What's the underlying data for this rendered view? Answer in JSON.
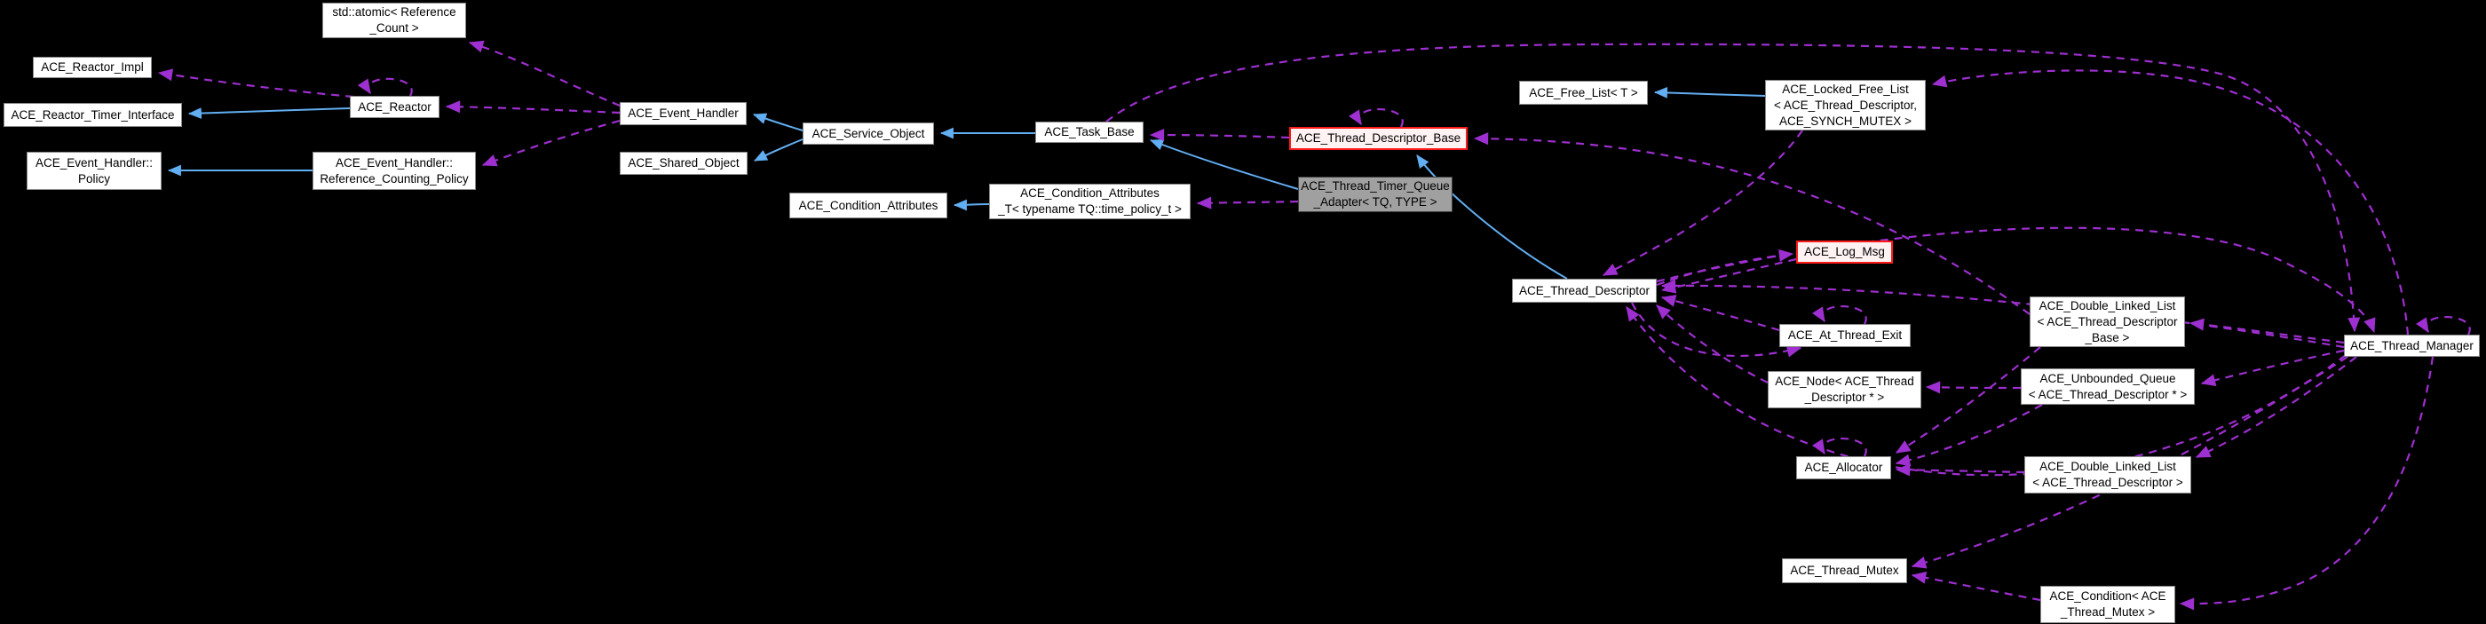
{
  "diagram": {
    "title": "ACE_Thread_Timer_Queue_Adapter collaboration graph",
    "background": "#000000",
    "colors": {
      "inheritance_edge": "#62aef2",
      "usage_edge": "#9e2fd0",
      "node_fill": "#ffffff",
      "node_border": "#8a8a8a",
      "highlight_node_fill": "#a0a0a0",
      "alert_node_border": "#ff1a1a",
      "alert_node_fill": "#fff2f2",
      "text": "#000000"
    },
    "nodes": [
      {
        "id": "atomic_ref_count",
        "kind": "normal",
        "lines": [
          "std::atomic< Reference",
          "_Count >"
        ]
      },
      {
        "id": "reactor_impl",
        "kind": "normal",
        "lines": [
          "ACE_Reactor_Impl"
        ]
      },
      {
        "id": "reactor_timer_iface",
        "kind": "normal",
        "lines": [
          "ACE_Reactor_Timer_Interface"
        ]
      },
      {
        "id": "reactor",
        "kind": "normal",
        "lines": [
          "ACE_Reactor"
        ]
      },
      {
        "id": "eh_policy",
        "kind": "normal",
        "lines": [
          "ACE_Event_Handler::",
          "Policy"
        ]
      },
      {
        "id": "eh_ref_count_policy",
        "kind": "normal",
        "lines": [
          "ACE_Event_Handler::",
          "Reference_Counting_Policy"
        ]
      },
      {
        "id": "event_handler",
        "kind": "normal",
        "lines": [
          "ACE_Event_Handler"
        ]
      },
      {
        "id": "shared_object",
        "kind": "normal",
        "lines": [
          "ACE_Shared_Object"
        ]
      },
      {
        "id": "service_object",
        "kind": "normal",
        "lines": [
          "ACE_Service_Object"
        ]
      },
      {
        "id": "cond_attributes",
        "kind": "normal",
        "lines": [
          "ACE_Condition_Attributes"
        ]
      },
      {
        "id": "cond_attributes_t",
        "kind": "normal",
        "lines": [
          "ACE_Condition_Attributes",
          "_T< typename TQ::time_policy_t >"
        ]
      },
      {
        "id": "task_base",
        "kind": "normal",
        "lines": [
          "ACE_Task_Base"
        ]
      },
      {
        "id": "thread_descriptor_base",
        "kind": "red",
        "lines": [
          "ACE_Thread_Descriptor_Base"
        ]
      },
      {
        "id": "thread_timer_queue_adapter",
        "kind": "gray",
        "lines": [
          "ACE_Thread_Timer_Queue",
          "_Adapter< TQ, TYPE >"
        ]
      },
      {
        "id": "free_list",
        "kind": "normal",
        "lines": [
          "ACE_Free_List< T >"
        ]
      },
      {
        "id": "locked_free_list",
        "kind": "normal",
        "lines": [
          "ACE_Locked_Free_List",
          "< ACE_Thread_Descriptor,",
          "ACE_SYNCH_MUTEX >"
        ]
      },
      {
        "id": "thread_descriptor",
        "kind": "normal",
        "lines": [
          "ACE_Thread_Descriptor"
        ]
      },
      {
        "id": "log_msg",
        "kind": "red",
        "lines": [
          "ACE_Log_Msg"
        ]
      },
      {
        "id": "at_thread_exit",
        "kind": "normal",
        "lines": [
          "ACE_At_Thread_Exit"
        ]
      },
      {
        "id": "node_thread_descriptor",
        "kind": "normal",
        "lines": [
          "ACE_Node< ACE_Thread",
          "_Descriptor * >"
        ]
      },
      {
        "id": "dll_thread_descriptor_base",
        "kind": "normal",
        "lines": [
          "ACE_Double_Linked_List",
          "< ACE_Thread_Descriptor",
          "_Base >"
        ]
      },
      {
        "id": "unbounded_queue",
        "kind": "normal",
        "lines": [
          "ACE_Unbounded_Queue",
          "< ACE_Thread_Descriptor * >"
        ]
      },
      {
        "id": "thread_manager",
        "kind": "normal",
        "lines": [
          "ACE_Thread_Manager"
        ]
      },
      {
        "id": "allocator",
        "kind": "normal",
        "lines": [
          "ACE_Allocator"
        ]
      },
      {
        "id": "dll_thread_descriptor",
        "kind": "normal",
        "lines": [
          "ACE_Double_Linked_List",
          "< ACE_Thread_Descriptor >"
        ]
      },
      {
        "id": "thread_mutex",
        "kind": "normal",
        "lines": [
          "ACE_Thread_Mutex"
        ]
      },
      {
        "id": "condition_thread_mutex",
        "kind": "normal",
        "lines": [
          "ACE_Condition< ACE",
          "_Thread_Mutex >"
        ]
      }
    ],
    "edges": [
      {
        "from": "reactor",
        "to": "reactor_timer_iface",
        "relation": "inherits"
      },
      {
        "from": "eh_ref_count_policy",
        "to": "eh_policy",
        "relation": "inherits"
      },
      {
        "from": "service_object",
        "to": "event_handler",
        "relation": "inherits"
      },
      {
        "from": "service_object",
        "to": "shared_object",
        "relation": "inherits"
      },
      {
        "from": "task_base",
        "to": "service_object",
        "relation": "inherits"
      },
      {
        "from": "thread_timer_queue_adapter",
        "to": "task_base",
        "relation": "inherits"
      },
      {
        "from": "cond_attributes_t",
        "to": "cond_attributes",
        "relation": "inherits"
      },
      {
        "from": "locked_free_list",
        "to": "free_list",
        "relation": "inherits"
      },
      {
        "from": "thread_descriptor",
        "to": "thread_descriptor_base",
        "relation": "inherits"
      },
      {
        "from": "event_handler",
        "to": "atomic_ref_count",
        "relation": "uses"
      },
      {
        "from": "event_handler",
        "to": "reactor",
        "relation": "uses"
      },
      {
        "from": "event_handler",
        "to": "eh_ref_count_policy",
        "relation": "uses"
      },
      {
        "from": "reactor",
        "to": "reactor_impl",
        "relation": "uses"
      },
      {
        "from": "reactor",
        "to": "reactor",
        "relation": "uses"
      },
      {
        "from": "thread_descriptor_base",
        "to": "task_base",
        "relation": "uses"
      },
      {
        "from": "thread_descriptor_base",
        "to": "thread_descriptor_base",
        "relation": "uses"
      },
      {
        "from": "thread_timer_queue_adapter",
        "to": "cond_attributes_t",
        "relation": "uses"
      },
      {
        "from": "task_base",
        "to": "thread_manager",
        "relation": "uses"
      },
      {
        "from": "thread_manager",
        "to": "locked_free_list",
        "relation": "uses"
      },
      {
        "from": "locked_free_list",
        "to": "thread_descriptor",
        "relation": "uses"
      },
      {
        "from": "dll_thread_descriptor_base",
        "to": "thread_descriptor_base",
        "relation": "uses"
      },
      {
        "from": "thread_descriptor",
        "to": "log_msg",
        "relation": "uses"
      },
      {
        "from": "log_msg",
        "to": "thread_descriptor",
        "relation": "uses"
      },
      {
        "from": "thread_descriptor",
        "to": "at_thread_exit",
        "relation": "uses"
      },
      {
        "from": "at_thread_exit",
        "to": "thread_descriptor",
        "relation": "uses"
      },
      {
        "from": "at_thread_exit",
        "to": "at_thread_exit",
        "relation": "uses"
      },
      {
        "from": "unbounded_queue",
        "to": "node_thread_descriptor",
        "relation": "uses"
      },
      {
        "from": "node_thread_descriptor",
        "to": "thread_descriptor",
        "relation": "uses"
      },
      {
        "from": "thread_manager",
        "to": "dll_thread_descriptor_base",
        "relation": "uses"
      },
      {
        "from": "thread_manager",
        "to": "unbounded_queue",
        "relation": "uses"
      },
      {
        "from": "thread_manager",
        "to": "dll_thread_descriptor",
        "relation": "uses"
      },
      {
        "from": "thread_manager",
        "to": "thread_mutex",
        "relation": "uses"
      },
      {
        "from": "condition_thread_mutex",
        "to": "thread_mutex",
        "relation": "uses"
      },
      {
        "from": "thread_manager",
        "to": "condition_thread_mutex",
        "relation": "uses"
      },
      {
        "from": "dll_thread_descriptor_base",
        "to": "allocator",
        "relation": "uses"
      },
      {
        "from": "unbounded_queue",
        "to": "allocator",
        "relation": "uses"
      },
      {
        "from": "dll_thread_descriptor",
        "to": "allocator",
        "relation": "uses"
      },
      {
        "from": "allocator",
        "to": "allocator",
        "relation": "uses"
      },
      {
        "from": "thread_manager",
        "to": "thread_manager",
        "relation": "uses"
      },
      {
        "from": "thread_descriptor",
        "to": "thread_manager",
        "relation": "uses"
      },
      {
        "from": "thread_manager",
        "to": "thread_descriptor",
        "relation": "uses"
      },
      {
        "from": "thread_manager",
        "to": "thread_descriptor",
        "relation": "uses"
      }
    ]
  }
}
